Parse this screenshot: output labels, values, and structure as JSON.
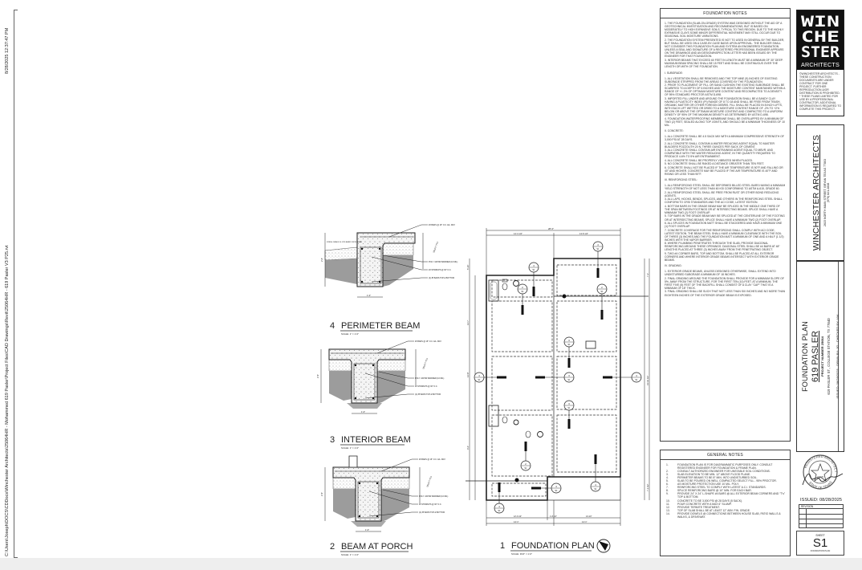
{
  "margin": {
    "timestamp": "8/28/2025 12:37:47 PM",
    "file_path": "C:\\Users\\Joseph\\DOCS\\CDDocs\\Winchester Architects\\25064HR - Mohammed 619 Pasler\\Project Files\\CAD Drawings\\Revit\\25064HR - 619 Pasler V3 P25.rvt"
  },
  "foundation_notes": {
    "title": "FOUNDATION NOTES",
    "paragraphs": [
      "1. THE FOUNDATION (SLAB-ON-GRADE) SYSTEM WAS DESIGNED WITHOUT THE AID OF A GEOTECHNICAL INVESTIGATION AND RECOMMENDATIONS, BUT IS BASED ON MODERATELY TO HIGH EXPANSIVE SOILS, TYPICAL TO THIS REGION. DUE TO THE HIGHLY EXPANSIVE CLAYS SOME MINOR DIFFERENTIAL MOVEMENT MAY STILL OCCUR DUE TO SEASONAL SOIL MOISTURE VARIATIONS.",
      "2. THE FOUNDATION SYSTEM PRESENTED IS NOT TO USED IN GENERAL BY THE BUILDER, BUT SHALL BE USED ON A CASE-BY-CASE BASIS UPON APPROVAL. THE BUILDER SHALL NOT CONSIDER THIS FOUNDATION PLAN AND SYSTEM AN ENGINEERED FOUNDATION UNLESS A SEAL AND SIGNATURE OF A REGISTERED PROFESSIONAL ENGINEER APPEARS ON THE DRAWINGS AND AN DESIGN/INSPECTION LETTER HAS BEEN ISSUED BY THE ENGINEER FOR THAT FOUNDATION.",
      "3. INTERIOR BEAMS THAT EXCEED 60 FEET IN LENGTH MUST BE A MINIMUM OF 30\" DEEP. MAXIMUM BEAM SPACING SHALL BE 15 FEET AND SHALL BE CONTINUOUS OVER THE LENGTH OR WITH OF THE FOUNDATION.",
      "I. SUBGRADE:",
      "1. ALL VEGETATION SHALL BE REMOVED AND THE TOP NINE (9) INCHES OF EXISTING SUBGRADE STRIPPED FROM THE AREAS COVERED BY THE FOUNDATION.",
      "2. PRIOR TO PLACEMENT OF FILL OR SAND CUSHION THE EXISTING SUBGRADE SHALL BE SCARIFIED TO A DEPTH OF 6 INCHES AND THE MOISTURE CONTENT MAINTAINED WITHIN A RANGE OF +/- 2% OF OPTIMUM MOISTURE CONTENT AND RECOMPACTED TO A DENSITY OF 95% STANDARD PROCTOR ASTM D-698.",
      "3. IMPORTED FILL UNDER AND AROUND THE FOUNDATION SHALL BE A SANDY CLAY HAVING A PLASTICITY INDEX (PI) RANGE OF 8 TO 18 AND SHALL BE FREE FROM TRASH, ORGANIC MATTER OR OTHER FOREIGN DEBRIS. FILL SHALL BE PLACED IN 8 INCH LIFTS, WITH EACH LIFT WETTED OR DRIED TO A MOISTURE CONTENT RANGE OF -2% TO +2% BELOW OR ABOVE THE OPTIMUM MOISTURE CONTENT AND COMPACTED TO A UNIFORM DENSITY OF 95% OF THE MAXIMUM DENSITY AS DETERMINED BY ASTM D-698.",
      "4. FOUNDATION WATERPROOFING MEMBRANE SHALL BE OVERLAPPED BY A MINIMUM OF TWO (2) FEET, SEALED ALONG TOP JOINTS, AND SHOULD BE A MINIMUM THICKNESS OF 10 MIL.",
      "II. CONCRETE:",
      "1. ALL CONCRETE SHALL BE 4.5 SACK MIX WITH A MINIMUM COMPRESSIVE STRENGTH OF 3,000 PSI AT 28 DAYS.",
      "2. ALL CONCRETE SHALL CONTAIN A WATER REDUCING AGENT EQUAL TO MASTER BUILDERS POZZOLITH 20 N, THREE OUNCES PER SACK OF CEMENT.",
      "3. ALL CONCRETE SHALL CONTAIN AIR ENTRAINING AGENT EQUAL TO MBVR, AND COMPATIBLE WITH THE WATER REDUCING AGENT, IN THE QUANTITY REQUIRED TO PRODUCE 4-6% TO 5% AIR ENTRAINMENT.",
      "4. ALL CONCRETE SHALL BE PROPERLY VIBRATED WHEN PLACED.",
      "5. NO CONCRETE SHALL BE RAKED A DISTANCE GREATER THAN TEN FEET.",
      "6. CONCRETE SHALL NOT BE PLACED IF THE AIR TEMPERATURE IS 50°F AND FALLING OR 40° AND HIGHER. CONCRETE MAY BE PLACED IF THE AIR TEMPERATURE IS 40°F AND RISING OR LESS THAN 90°F.",
      "III. REINFORCING STEEL:",
      "1. ALL REINFORCING STEEL SHALL BE DEFORMED BILLED STEEL BARS HAVING A MINIMUM YIELD STRENGTH OF NOT LESS THAN 60 KSI CONFORMING TO ASTM A-615, GRADE 60.",
      "2. ALL REINFORCING STEEL SHALL BE FREE FROM RUST OR OTHER BOND REDUCING AGENTS.",
      "3. ALL LAPS, HOOKS, BENDS, SPLICES, AND OTHERS IN THE REINFORCING STEEL SHALL CONFORM TO CRSI STANDARDS AND THE ACI CODE, LATEST EDITION.",
      "4. BOTTOM BARS IN THE GRADE BEAM MAY BE SPLICED IN THE MIDDLE ONE THIRD OF THE SPAN BETWEEN FOOTINGS OR AT INTERSECTING BEAMS. SPLICE SHALL HAVE A MINIMUM TWO (2) FOOT OVERLAP.",
      "5. TOP BARS IN THE GRADE BEAM MAY BE SPLICED AT THE CENTERLINE OF THE FOOTING OR AT INTERSECTING BEAMS. SPLICE SHALL HAVE A MINIMUM TWO (2) FOOT OVERLAP.",
      "6. ALL SPLICES IN FOUNDATION MATT SHALL BE STAGGERED AND HAVE A MINIMUM ONE (1) FOOT OVERLAP.",
      "7. CONCRETE COVERAGE FOR THE REINFORCING SHALL COMPLY WITH ACI CODE, LATEST EDITION. THE BEAM STEEL SHALL HAVE A MINIMUM CLEARANCE WITH THE SOIL OF THREE (3) INCHES AND THE FOUNDATION MATT A MINIMUM OF ONE AND A HALF (1 1/2) INCHES WITH THE VAPOR BARRIER.",
      "8. WHERE PLUMBING PENETRATES THROUGH THE SLAB, PROVIDE DIAGONAL REINFORCING AROUND THESE OPENINGS. DIAGONAL STEEL SHALL BE #4 BARS AT 48\" LENGTHS PLACED AT THREE (3) INCHES AWAY FROM THE PENETRATING OBJECT.",
      "9. TWO #4 CORNER BARS, TOP AND BOTTOM, SHALL BE PLACED AT ALL EXTERIOR CORNERS AND WHERE INTERIOR GRADE BEAMS INTERSECT WITH EXTERIOR GRADE BEAMS.",
      "IV. GRADING:",
      "1. EXTERIOR GRADE BEAMS, UNLESS DESIGNED OTHERWISE, SHALL EXTEND INTO UNDISTURBED SUBGRADE A MINIMUM OF 18 INCHES.",
      "2. FINAL GRADING AROUND THE FOUNDATION SHALL PROVIDE FOR A MINIMUM SLOPE OF 5%, AWAY FROM THE STRUCTURE, FOR THE FIRST TEN (10) FEET. AT A MINIMUM, THE FIRST FIVE (5) FEET OF THE BACKFILL SHALL CONSIST OF A CLAY \"CAP\" THAT IS A MINIMUM OF 18\" THICK.",
      "3. FINAL GRADING SHALL BE SUCH THAT NOT LESS THAN SIX INCHES AND NO MORE THAN EIGHTEEN INCHES OF THE EXTERIOR GRADE BEAM IS EXPOSED."
    ]
  },
  "general_notes": {
    "title": "GENERAL NOTES",
    "items": [
      {
        "n": "1.",
        "text": "FOUNDATION PLAN IS FOR DIAGRAMMATIC PURPOSES ONLY. CONSULT REGISTERED ENGINEER FOR FOUNDATION & FRAME PLAN."
      },
      {
        "n": "2.",
        "text": "CONSULT AUTHORIZED ENGINEER FOR UNSTABLE SOIL CONDITIONS."
      },
      {
        "n": "3.",
        "text": "SLAB ELEVATION TO BE MIN. 12\" ABOVE FLOOD PLANE."
      },
      {
        "n": "4.",
        "text": "PERIMETER BEAMS TO BE 8\" MIN. INTO UNDISTURBED SOIL."
      },
      {
        "n": "5.",
        "text": "SLAB TO BE POURED ON WELL COMPACTED SELECT FILL - 95% PROCTOR."
      },
      {
        "n": "6.",
        "text": "AS MOISTURE PROTECTION USE 10 MIL. POLY."
      },
      {
        "n": "7.",
        "text": "REINFORCING STEEL TO COMPLY WITH LATEST A.C.I. STANDARDS."
      },
      {
        "n": "8.",
        "text": "SPLICE REINFORCING BARS @ 10\" MIN. FOR EACH BAR."
      },
      {
        "n": "9.",
        "text": "PROVIDE 24\" X 24\" L-SHAPE #4 BARS @ ALL EXTERIOR BEAM CORNERS AND \"T's\" TOP & BOTTOM."
      },
      {
        "n": "10.",
        "text": "CONCRETE TO BE 3,000 PSI @ 28 DAYS (5 SACK)."
      },
      {
        "n": "11.",
        "text": "POUR CONCRETE WITH A MAX 6\" SLUMP."
      },
      {
        "n": "12.",
        "text": "PROVIDE TERMITE TREATMENT."
      },
      {
        "n": "13.",
        "text": "TOP OF SLAB SHALL BE AT LEAST 12\" ABV. FIN. GRADE."
      },
      {
        "n": "14.",
        "text": "PROVIDE DOWELS @ CONNECTIONS BETWEEN HOUSE SLAB, PATIO WALLS & WALKS, & DRIVEWAY."
      }
    ]
  },
  "title_block": {
    "logo_text": [
      "WIN",
      "CHE",
      "STER"
    ],
    "logo_subtitle": "ARCHITECTS",
    "disclaimer": "©WINCHESTER ARCHITECTS - THESE CONSTRUCTION DOCUMENTS ARE UNDER CONTRACT FOR ONE PROJECT. FURTHER REPRODUCTION &/OR DISTRIBUTION IS PROHIBITED. * THESE PLANS LIMITED FOR USE BY A PROFESSIONAL CONTRACTOR. ADDITIONAL INFORMATION IS REQUIRED TO COMPLETE THIS PROJECT.",
    "firm_name": "WINCHESTER ARCHITECTS",
    "firm_address": "2615 NORTH MAIN STREET, BRYAN TEXAS 77803",
    "firm_phone": "(979) 821-4838",
    "sheet_title": "FOUNDATION PLAN",
    "project_name": "619 PASLER",
    "project_number": "PROJECT NUMBER 25064",
    "project_address": "619 PASLER ST., COLLEGE STATION, TX 77840",
    "issue_line": "ISSUED: 08/28/2025  -  DRWN BY: JG  -  CHECKED BY: NW",
    "seal_top": "REGISTERED ARCHITECT",
    "seal_bottom": "STATE OF TEXAS",
    "seal_number": "27425",
    "issued": "ISSUED: 08/28/2025",
    "revision_label": "REVISION",
    "sheet_label": "SHEET",
    "sheet_number": "S1",
    "sheet_caption": "FOUNDATION PLAN"
  },
  "details": [
    {
      "number": "4",
      "title": "PERIMETER BEAM",
      "scale": "SCALE: 1\" = 1'-0\"",
      "callouts": [
        "#3 BARS @ 16\" O.C. EA. WAY",
        "POLY. VAPOR BARRIER (10 MIL)",
        "#3 STIRRUPS @ 36\" O.C.",
        "(2) #5 BARS TOP & BOTTOM",
        "FINISH GRADE SLOPE AWAY FROM BEAM",
        "SELECT FILL",
        "2'-6\"",
        "1'-0\""
      ]
    },
    {
      "number": "3",
      "title": "INTERIOR BEAM",
      "scale": "SCALE: 1\" = 1'-0\"",
      "callouts": [
        "#3 BARS @ 16\" O.C. EA. WAY",
        "POLY. VAPOR BARRIER (10 MIL)",
        "#3 STIRRUPS @ 36\" O.C.",
        "(2) #5 BARS TOP & BOTTOM",
        "SELECT FILL",
        "2'-6\"",
        "1'-0\""
      ]
    },
    {
      "number": "2",
      "title": "BEAM AT PORCH",
      "scale": "SCALE: 1\" = 1'-0\"",
      "callouts": [
        "#3 BARS @ 16\" O.C. EA. WAY",
        "POLY. VAPOR BARRIER (10 MIL)",
        "#3 STIRRUPS @ 36\" O.C.",
        "(2) #5 BARS TOP & BOTTOM",
        "SELECT FILL",
        "2'-6\"",
        "1'-0\""
      ]
    }
  ],
  "plan": {
    "number": "1",
    "title": "FOUNDATION PLAN",
    "scale": "SCALE: 3/16\" = 1'-0\"",
    "dimensions": {
      "top_overall": "28'-0\"",
      "top_left": "14'-3 1/2\"",
      "top_right": "13'-8 1/2\"",
      "bottom_1": [
        "12'-3 1/2\"",
        "1'-8 1/2\"",
        "14'-10\""
      ],
      "bottom_2": [
        "14'-1\"",
        "14'-1\""
      ],
      "left": [
        "5'-10\"",
        "12'-7\"",
        "12'-8\"",
        "4'-0\""
      ],
      "right": [
        "7'-1\"",
        "31'-10 1/2\"",
        "7'-1 1/2\""
      ]
    },
    "sections": [
      {
        "num": "4",
        "sheet": "S1"
      },
      {
        "num": "4",
        "sheet": "S1"
      },
      {
        "num": "2",
        "sheet": "S1"
      },
      {
        "num": "2",
        "sheet": "S1"
      },
      {
        "num": "3",
        "sheet": "S1"
      },
      {
        "num": "4",
        "sheet": "S1"
      },
      {
        "num": "3",
        "sheet": "S1"
      },
      {
        "num": "4",
        "sheet": "S1"
      },
      {
        "num": "3",
        "sheet": "S1"
      },
      {
        "num": "2",
        "sheet": "S1"
      },
      {
        "num": "4",
        "sheet": "S1"
      },
      {
        "num": "4",
        "sheet": "S1"
      },
      {
        "num": "4",
        "sheet": "S1"
      }
    ]
  }
}
